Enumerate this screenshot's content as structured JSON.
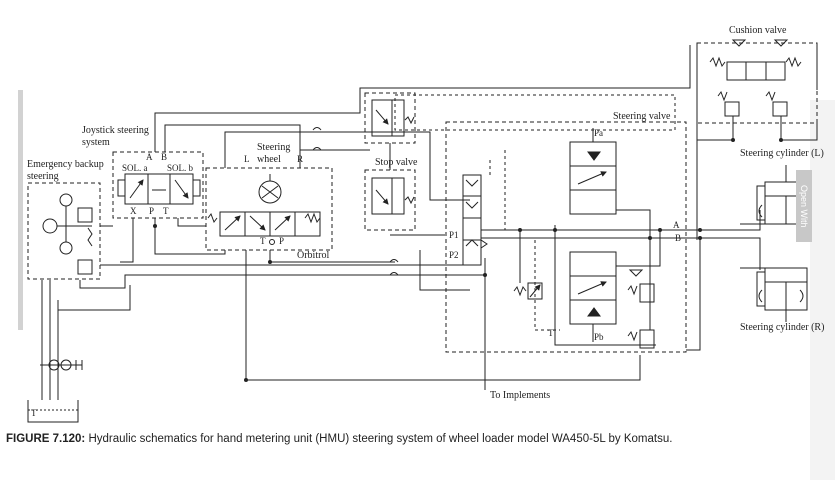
{
  "labels": {
    "cushion_valve": "Cushion valve",
    "steering_valve": "Steering valve",
    "stop_valve": "Stop valve",
    "steering_cylinder_l": "Steering cylinder (L)",
    "steering_cylinder_r": "Steering cylinder (R)",
    "joystick_line1": "Joystick steering",
    "joystick_line2": "system",
    "emergency_line1": "Emergency backup",
    "emergency_line2": "steering",
    "steering_wheel_line1": "Steering",
    "steering_wheel_line2": "wheel",
    "orbitrol": "Orbitrol",
    "to_implements": "To Implements",
    "sol_a": "SOL. a",
    "sol_b": "SOL. b",
    "port_a": "A",
    "port_b": "B",
    "port_x": "X",
    "port_p": "P",
    "port_t": "T",
    "port_l": "L",
    "port_r": "R",
    "orb_t": "T",
    "orb_p": "P",
    "pa": "Pa",
    "pb": "Pb",
    "p1": "P1",
    "p2": "P2",
    "valve_t": "T",
    "out_a": "A",
    "out_b": "B",
    "tank_t": "T"
  },
  "caption": {
    "prefix": "FIGURE 7.120:",
    "text": " Hydraulic schematics for hand metering unit (HMU) steering system of wheel loader model WA450-5L by Komatsu."
  },
  "ui": {
    "open_tab": "Open With"
  }
}
